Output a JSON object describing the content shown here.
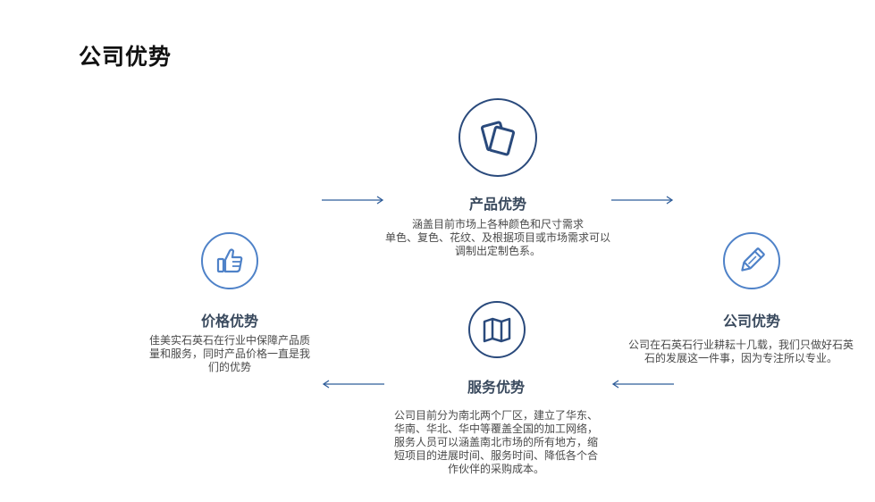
{
  "page": {
    "title": "公司优势"
  },
  "product": {
    "icon": "cards-icon",
    "title": "产品优势",
    "lines": [
      "涵盖目前市场上各种颜色和尺寸需求",
      "单色、复色、花纹、及根据项目或市场需求可以",
      "调制出定制色系。"
    ]
  },
  "price": {
    "icon": "thumbs-up-icon",
    "title": "价格优势",
    "lines": [
      "佳美实石英石在行业中保障产品质",
      "量和服务，同时产品价格一直是我",
      "们的优势"
    ]
  },
  "company": {
    "icon": "pencil-icon",
    "title": "公司优势",
    "lines": [
      "公司在石英石行业耕耘十几载，我们只做好石英",
      "石的发展这一件事，因为专注所以专业。"
    ]
  },
  "service": {
    "icon": "map-icon",
    "title": "服务优势",
    "lines": [
      "公司目前分为南北两个厂区，建立了华东、",
      "华南、华北、华中等覆盖全国的加工网络，",
      "服务人员可以涵盖南北市场的所有地方，缩",
      "短项目的进展时间、服务时间、降低各个合",
      "作伙伴的采购成本。"
    ]
  },
  "colors": {
    "dark": "#2a4a7c",
    "light": "#4f82c8",
    "arrow": "#2f5d9a"
  }
}
